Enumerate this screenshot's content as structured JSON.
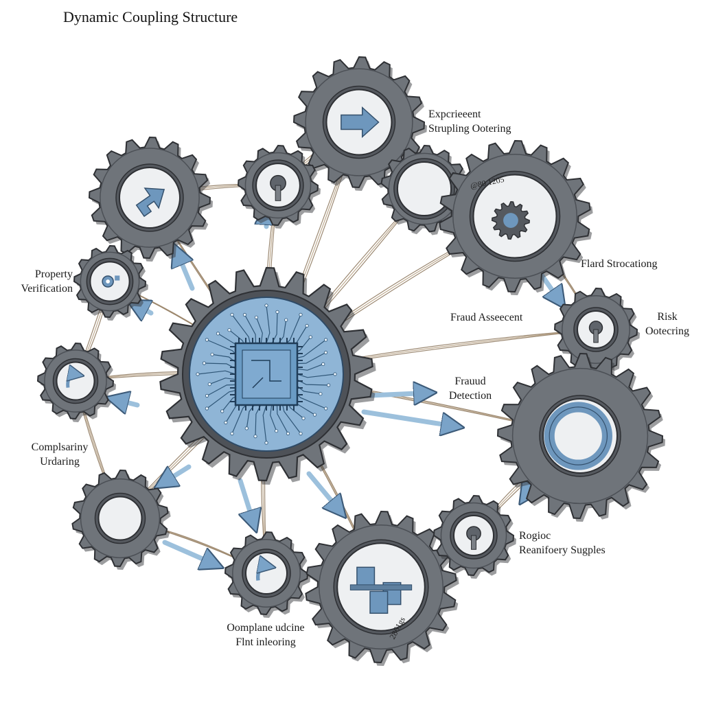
{
  "title": "Dynamic Coupling Structure",
  "colors": {
    "gear_fill": "#6f747a",
    "gear_stroke": "#2e3034",
    "hub_fill": "#eef0f2",
    "accent_blue": "#6e97bd",
    "chip_blue": "#8fb5d6",
    "wire": "#8a7358"
  },
  "labels": {
    "experiment": {
      "line1": "Expcrieeent",
      "line2": "Strupling Ootering"
    },
    "property": {
      "line1": "Property",
      "line2": "Verification"
    },
    "fraud_structuring": {
      "line1": "Flard Strocationg"
    },
    "fraud_assessment": {
      "line1": "Fraud Asseecent"
    },
    "risk": {
      "line1": "Risk",
      "line2": "Ootecring"
    },
    "fraud_detection": {
      "line1": "Frauud",
      "line2": "Detection"
    },
    "compliance": {
      "line1": "Complsariny",
      "line2": "Urdaring"
    },
    "regulatory": {
      "line1": "Rogioc",
      "line2": "Reanifoery Sugples"
    },
    "compliance_monitoring": {
      "line1": "Oomplane udcine",
      "line2": "Flnt inleoring"
    }
  },
  "gear_numbers": {
    "top_right": "@80 1205",
    "bottom": "2861gs"
  }
}
